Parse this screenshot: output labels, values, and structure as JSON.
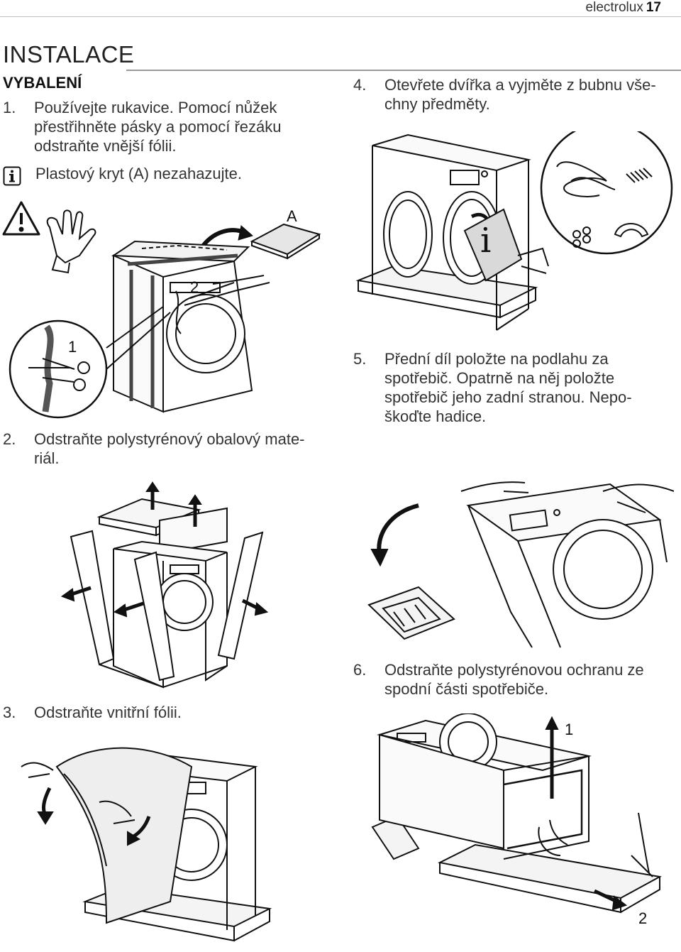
{
  "header": {
    "brand": "electrolux",
    "page_number": "17"
  },
  "section": {
    "title": "INSTALACE",
    "subtitle": "VYBALENÍ"
  },
  "steps": [
    {
      "num": "1.",
      "lines": [
        "Používejte rukavice. Pomocí nůžek",
        "přestřihněte pásky a pomocí řezáku",
        "odstraňte vnější fólii."
      ]
    },
    {
      "num": "2.",
      "lines": [
        "Odstraňte polystyrénový obalový mate-",
        "riál."
      ]
    },
    {
      "num": "3.",
      "lines": [
        "Odstraňte vnitřní fólii."
      ]
    },
    {
      "num": "4.",
      "lines": [
        "Otevřete dvířka a vyjměte z bubnu vše-",
        "chny předměty."
      ]
    },
    {
      "num": "5.",
      "lines": [
        "Přední díl položte na podlahu za",
        "spotřebič. Opatrně na něj položte",
        "spotřebič jeho zadní stranou. Nepo-",
        "škoďte hadice."
      ]
    },
    {
      "num": "6.",
      "lines": [
        "Odstraňte polystyrénovou ochranu ze",
        "spodní části spotřebiče."
      ]
    }
  ],
  "info_note": {
    "icon": "info-icon",
    "text": "Plastový kryt (A) nezahazujte."
  },
  "warning": {
    "icon": "warning-triangle-icon"
  },
  "figure_labels": {
    "fig1_cover": "A",
    "fig1_step1": "1",
    "fig1_step2": "2",
    "fig6_step1": "1",
    "fig6_step2": "2"
  }
}
